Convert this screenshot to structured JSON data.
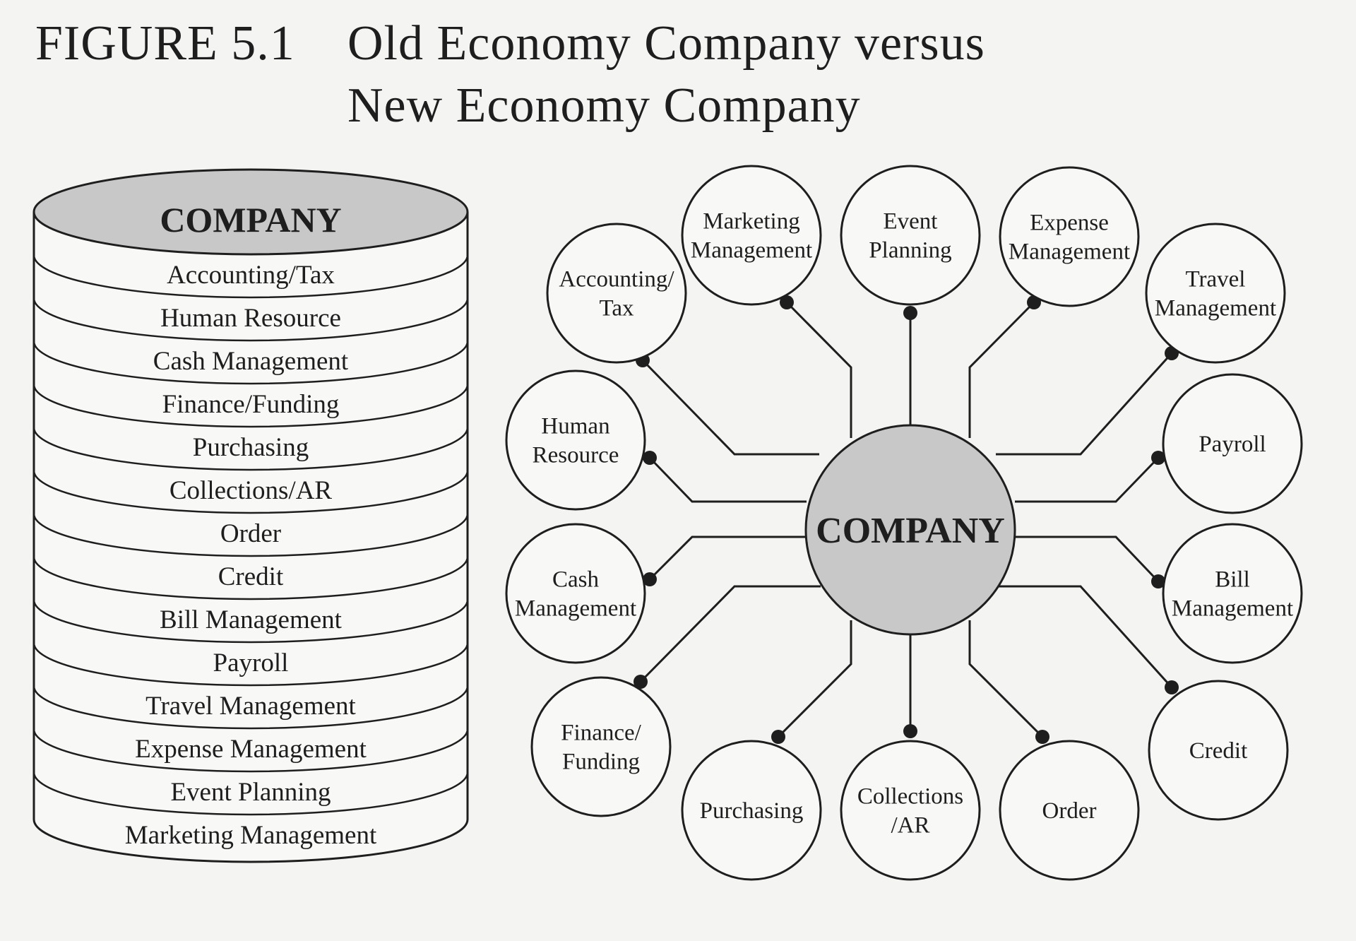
{
  "figure": {
    "number": "FIGURE 5.1",
    "title_line1": "Old Economy Company versus",
    "title_line2": "New Economy Company"
  },
  "old_economy": {
    "header": "COMPANY",
    "layers": [
      "Accounting/Tax",
      "Human Resource",
      "Cash Management",
      "Finance/Funding",
      "Purchasing",
      "Collections/AR",
      "Order",
      "Credit",
      "Bill Management",
      "Payroll",
      "Travel Management",
      "Expense Management",
      "Event Planning",
      "Marketing Management"
    ]
  },
  "new_economy": {
    "hub": "COMPANY",
    "nodes": [
      {
        "id": "accounting",
        "lines": [
          "Accounting/",
          "Tax"
        ]
      },
      {
        "id": "marketing",
        "lines": [
          "Marketing",
          "Management"
        ]
      },
      {
        "id": "event",
        "lines": [
          "Event",
          "Planning"
        ]
      },
      {
        "id": "expense",
        "lines": [
          "Expense",
          "Management"
        ]
      },
      {
        "id": "travel",
        "lines": [
          "Travel",
          "Management"
        ]
      },
      {
        "id": "human",
        "lines": [
          "Human",
          "Resource"
        ]
      },
      {
        "id": "payroll",
        "lines": [
          "Payroll"
        ]
      },
      {
        "id": "cash",
        "lines": [
          "Cash",
          "Management"
        ]
      },
      {
        "id": "bill",
        "lines": [
          "Bill",
          "Management"
        ]
      },
      {
        "id": "finance",
        "lines": [
          "Finance/",
          "Funding"
        ]
      },
      {
        "id": "credit",
        "lines": [
          "Credit"
        ]
      },
      {
        "id": "purchasing",
        "lines": [
          "Purchasing"
        ]
      },
      {
        "id": "collections",
        "lines": [
          "Collections",
          "/AR"
        ]
      },
      {
        "id": "order",
        "lines": [
          "Order"
        ]
      }
    ]
  },
  "colors": {
    "ink": "#1e1e1e",
    "hub_fill": "#c8c8c8",
    "paper": "#f4f4f2"
  }
}
